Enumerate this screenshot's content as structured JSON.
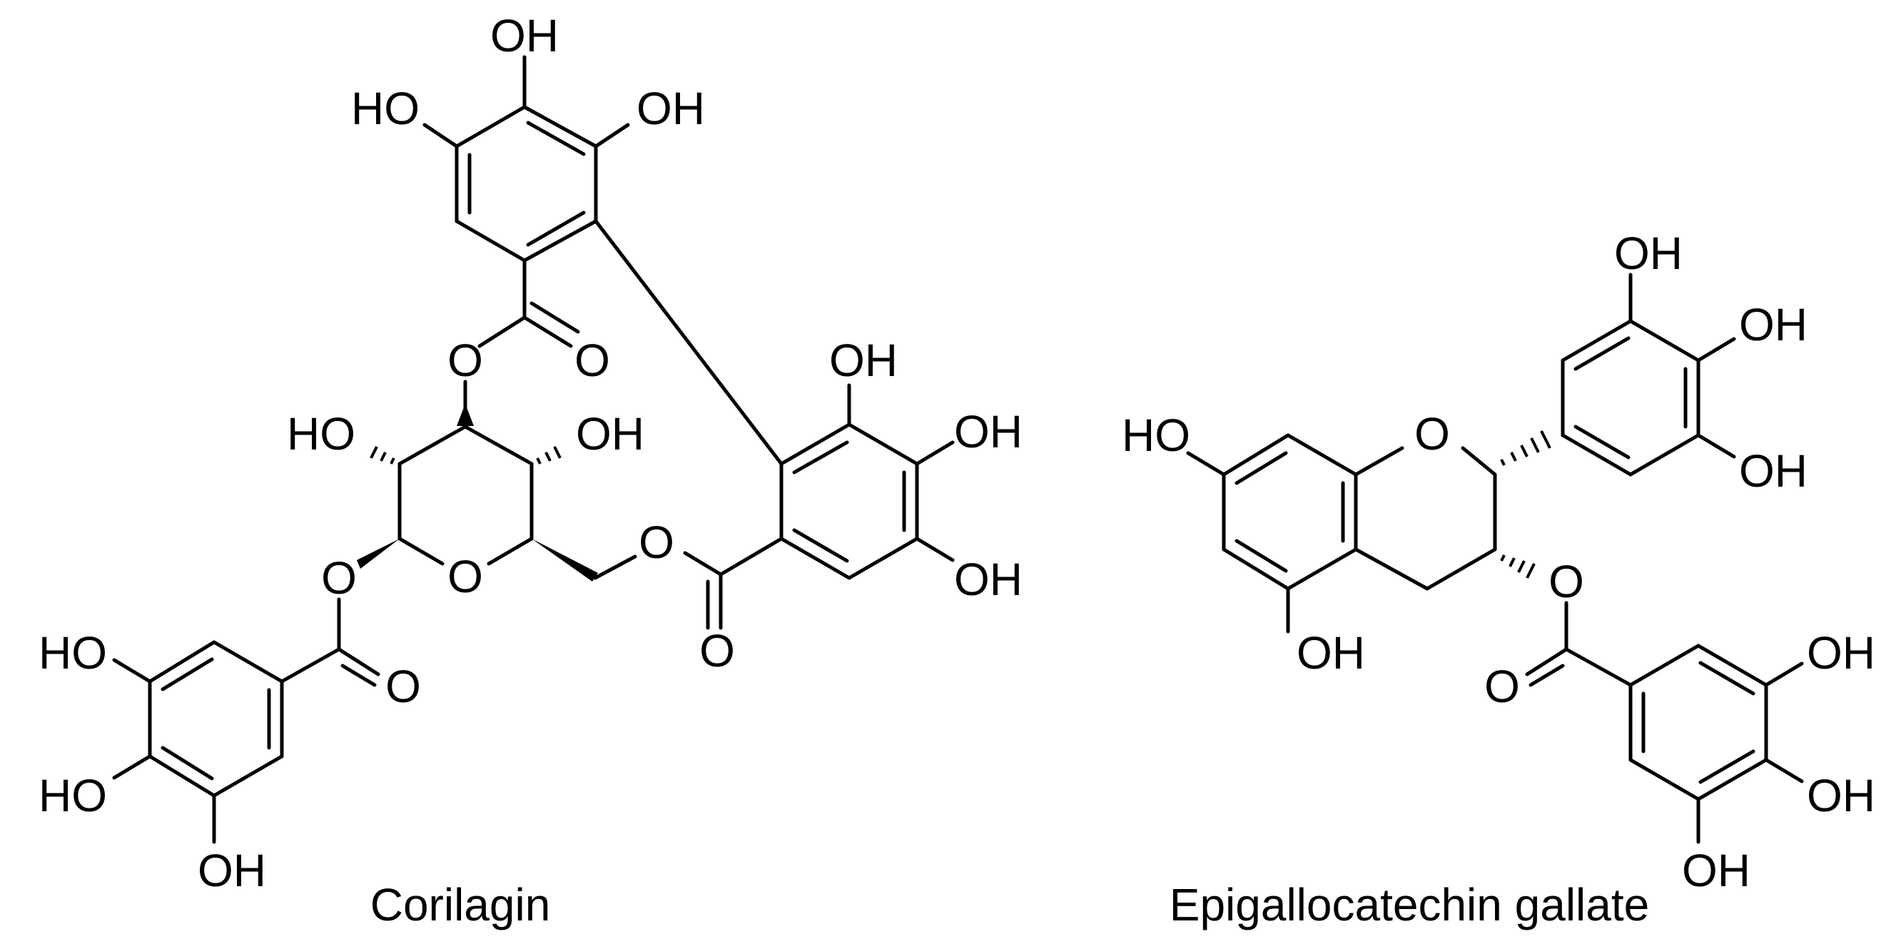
{
  "molecules": [
    {
      "name": "Corilagin",
      "atoms": {
        "upper_ring_oh_top": "OH",
        "upper_ring_oh_left": "HO",
        "upper_ring_oh_right": "OH",
        "ester_o_upper": "O",
        "carbonyl_o_upper": "O",
        "sugar_oh_left": "HO",
        "sugar_oh_right": "OH",
        "ring_o": "O",
        "ester_o_anomeric": "O",
        "carbonyl_o_lower_left": "O",
        "gallate_oh_top": "HO",
        "gallate_oh_middle": "HO",
        "gallate_oh_bottom": "OH",
        "ch2_ester_o": "O",
        "carbonyl_o_right": "O",
        "right_ring_oh_top": "OH",
        "right_ring_oh_middle": "OH",
        "right_ring_oh_bottom": "OH"
      }
    },
    {
      "name": "Epigallocatechin gallate",
      "atoms": {
        "a_ring_oh_left": "HO",
        "a_ring_oh_bottom": "OH",
        "c_ring_o": "O",
        "b_ring_oh_top": "OH",
        "b_ring_oh_middle": "OH",
        "b_ring_oh_bottom": "OH",
        "ester_o": "O",
        "carbonyl_o": "O",
        "gallate_oh_top": "OH",
        "gallate_oh_middle": "OH",
        "gallate_oh_bottom": "OH"
      }
    }
  ]
}
